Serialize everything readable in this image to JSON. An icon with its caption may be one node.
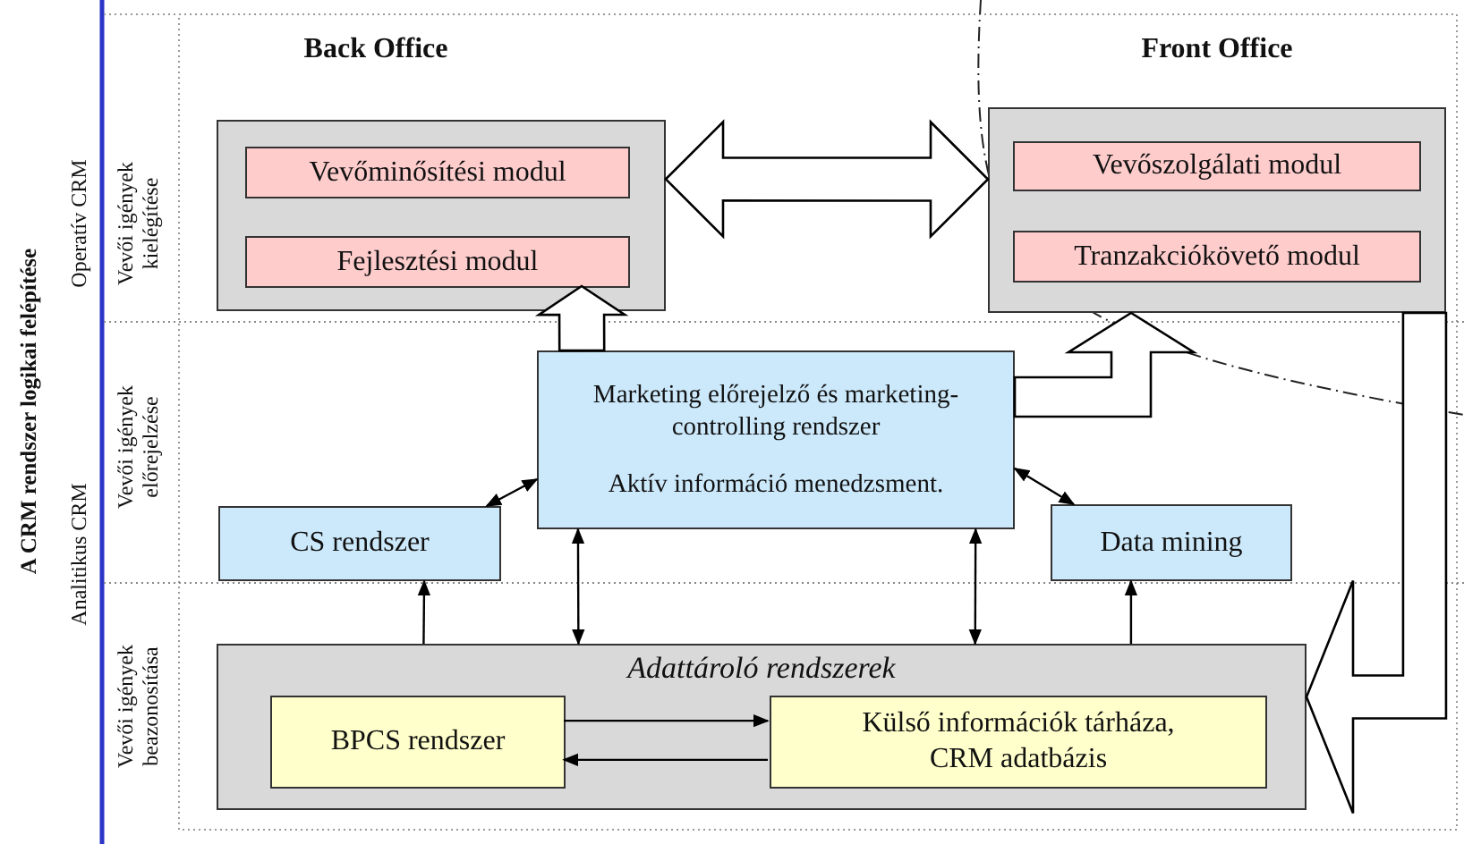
{
  "diagram": {
    "title": "A CRM rendszer logikai felépítése",
    "nodes": [
      {
        "text": [],
        "shape": "box"
      },
      {
        "text": [
          "Vevőminősítési modul"
        ],
        "in": 0
      },
      {
        "text": [
          "Fejlesztési modul"
        ],
        "in": 0
      },
      {
        "text": [],
        "shape": "box"
      },
      {
        "text": [
          "Vevőszolgálati modul"
        ],
        "in": 3
      },
      {
        "text": [
          "Tranzakciókövető modul"
        ],
        "in": 3
      },
      {
        "text": [
          "Marketing előrejelző és marketing-controlling rendszer",
          "Aktív információ menedzsment."
        ]
      },
      {
        "text": [
          "CS rendszer"
        ]
      },
      {
        "text": [
          "Data mining"
        ]
      },
      {
        "text": [
          "Adattároló rendszerek"
        ]
      },
      {
        "text": [
          "BPCS rendszer"
        ],
        "in": 9
      },
      {
        "text": [
          "Külső információk tárháza, CRM adatbázis"
        ],
        "in": 9
      }
    ],
    "edges": [
      {
        "from": 0,
        "to": 3,
        "arrow": "both",
        "style": "thick"
      },
      {
        "from": 6,
        "to": 2,
        "arrow": "to",
        "style": "thick"
      },
      {
        "from": 6,
        "to": 3,
        "arrow": "to",
        "style": "thick"
      },
      {
        "from": 7,
        "to": 6,
        "arrow": "both"
      },
      {
        "from": 6,
        "to": 8,
        "arrow": "both"
      },
      {
        "from": 6,
        "to": 9,
        "arrow": "both"
      },
      {
        "from": 6,
        "to": 9,
        "arrow": "both"
      },
      {
        "from": 9,
        "to": 7,
        "arrow": "to"
      },
      {
        "from": 9,
        "to": 8,
        "arrow": "to"
      },
      {
        "from": 10,
        "to": 11,
        "arrow": "to"
      },
      {
        "from": 11,
        "to": 10,
        "arrow": "to"
      },
      {
        "from": 3,
        "to": 9,
        "arrow": "to",
        "style": "thick"
      }
    ],
    "labels": [
      "Back Office",
      "Front Office",
      "Operatív CRM",
      "Analitikus CRM",
      "Vevői igények kielégítése",
      "Vevői igények előrejelzése",
      "Vevői igények beazonosítása"
    ]
  }
}
